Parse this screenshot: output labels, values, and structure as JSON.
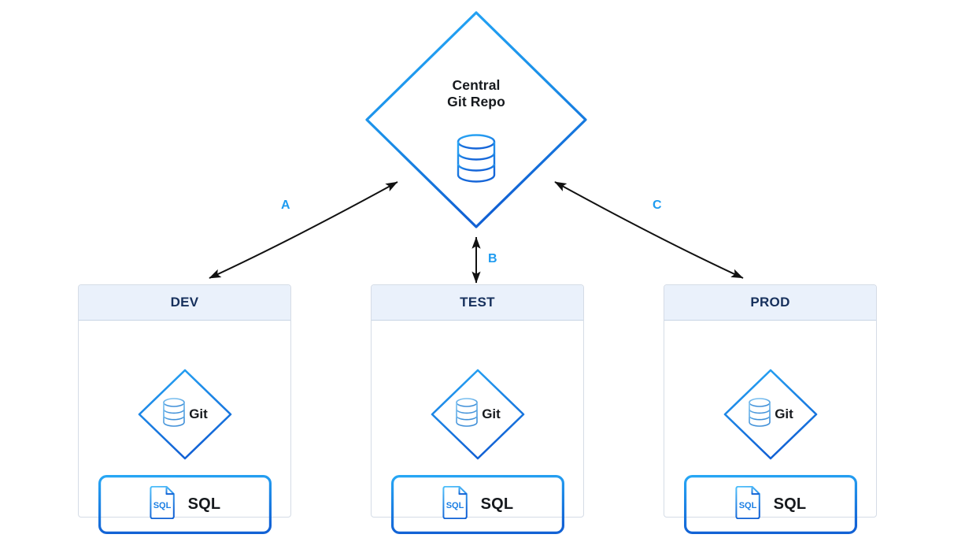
{
  "diagram": {
    "title_lines": [
      "Central",
      "Git Repo"
    ],
    "central_node": {
      "name": "Central Git Repo",
      "line1": "Central",
      "line2": "Git Repo",
      "icon": "database-cylinder-icon"
    },
    "connectors": [
      {
        "id": "A",
        "label": "A",
        "from": "DEV",
        "to": "Central Git Repo",
        "style": "curved-double-arrow"
      },
      {
        "id": "B",
        "label": "B",
        "from": "TEST",
        "to": "Central Git Repo",
        "style": "straight-double-arrow"
      },
      {
        "id": "C",
        "label": "C",
        "from": "PROD",
        "to": "Central Git Repo",
        "style": "curved-double-arrow"
      }
    ],
    "environments": [
      {
        "id": "dev",
        "header": "DEV",
        "git": {
          "label": "Git",
          "icon": "database-cylinder-icon"
        },
        "sql": {
          "label": "SQL",
          "icon": "sql-file-icon",
          "icon_text": "SQL"
        }
      },
      {
        "id": "test",
        "header": "TEST",
        "git": {
          "label": "Git",
          "icon": "database-cylinder-icon"
        },
        "sql": {
          "label": "SQL",
          "icon": "sql-file-icon",
          "icon_text": "SQL"
        }
      },
      {
        "id": "prod",
        "header": "PROD",
        "git": {
          "label": "Git",
          "icon": "database-cylinder-icon"
        },
        "sql": {
          "label": "SQL",
          "icon": "sql-file-icon",
          "icon_text": "SQL"
        }
      }
    ],
    "colors": {
      "accent_light_blue": "#29a9f5",
      "accent_blue": "#1565d8",
      "label_blue": "#1e9bf0",
      "header_bg": "#eaf1fb",
      "header_text": "#16305c",
      "panel_border": "#d5dce6",
      "arrow_black": "#111111",
      "text_dark": "#16191d",
      "background": "#ffffff"
    }
  }
}
